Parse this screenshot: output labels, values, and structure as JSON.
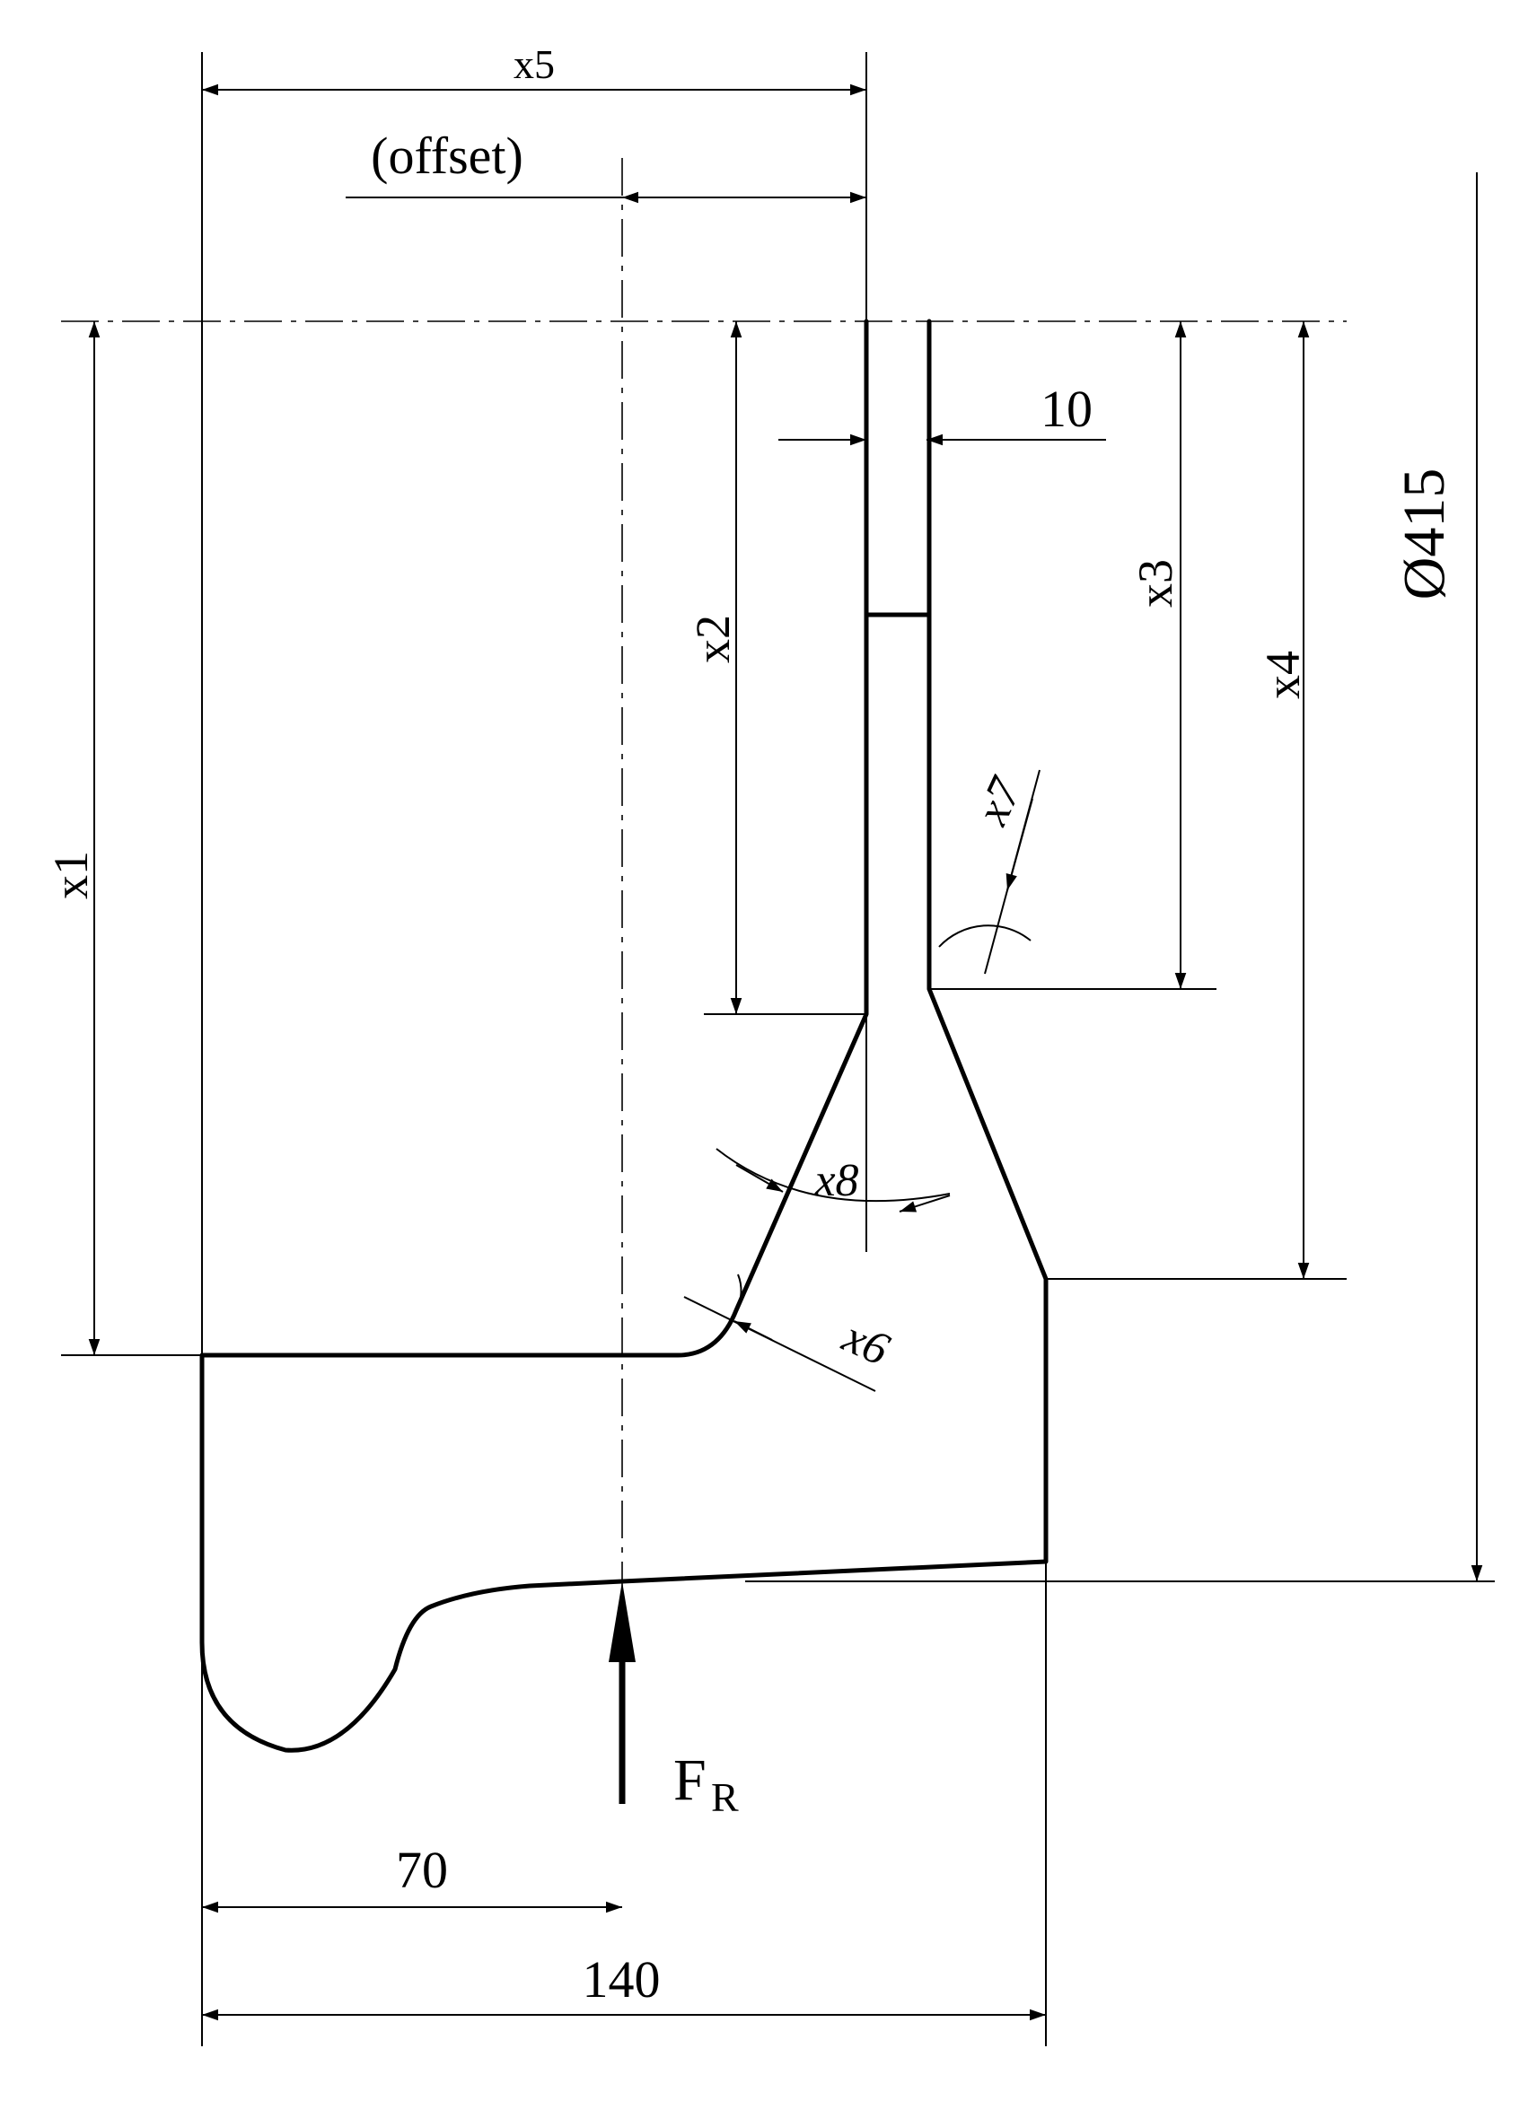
{
  "labels": {
    "x1": "x1",
    "x2": "x2",
    "x3": "x3",
    "x4": "x4",
    "x5": "x5",
    "x6": "x6",
    "x7": "x7",
    "x8": "x8",
    "offset": "(offset)",
    "web_thickness": "10",
    "diameter": "Ø415",
    "force": "F",
    "force_subscript": "R",
    "dim_70": "70",
    "dim_140": "140"
  }
}
